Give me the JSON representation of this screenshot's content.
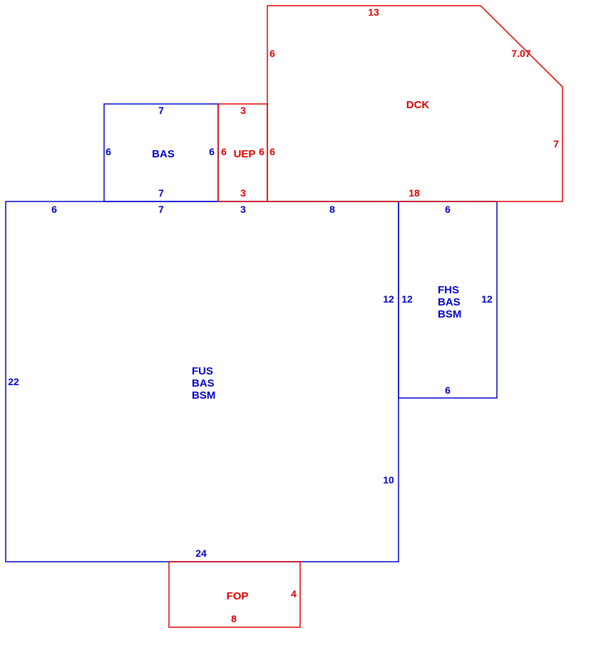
{
  "colors": {
    "blue": "#0000cc",
    "red": "#dd0000",
    "background": "#ffffff"
  },
  "areas": {
    "bas_upper": {
      "code": "BAS",
      "dims": {
        "top": "7",
        "left": "6",
        "right": "6",
        "bottom": "7"
      }
    },
    "uep": {
      "code": "UEP",
      "dims": {
        "top": "3",
        "left": "6",
        "right": "6",
        "bottom": "3"
      }
    },
    "dck": {
      "code": "DCK",
      "dims": {
        "top": "13",
        "left": "6",
        "diagonal": "7.07",
        "right": "7",
        "bottom": "18",
        "left_lower": "6"
      }
    },
    "fus": {
      "codes": [
        "FUS",
        "BAS",
        "BSM"
      ],
      "dims": {
        "top_a": "6",
        "top_b": "7",
        "top_c": "3",
        "top_d": "8",
        "left": "22",
        "right_upper": "12",
        "right_lower": "10",
        "bottom": "24"
      }
    },
    "fhs": {
      "codes": [
        "FHS",
        "BAS",
        "BSM"
      ],
      "dims": {
        "top": "6",
        "left": "12",
        "right": "12",
        "bottom": "6"
      }
    },
    "fop": {
      "code": "FOP",
      "dims": {
        "right": "4",
        "bottom": "8"
      }
    }
  }
}
